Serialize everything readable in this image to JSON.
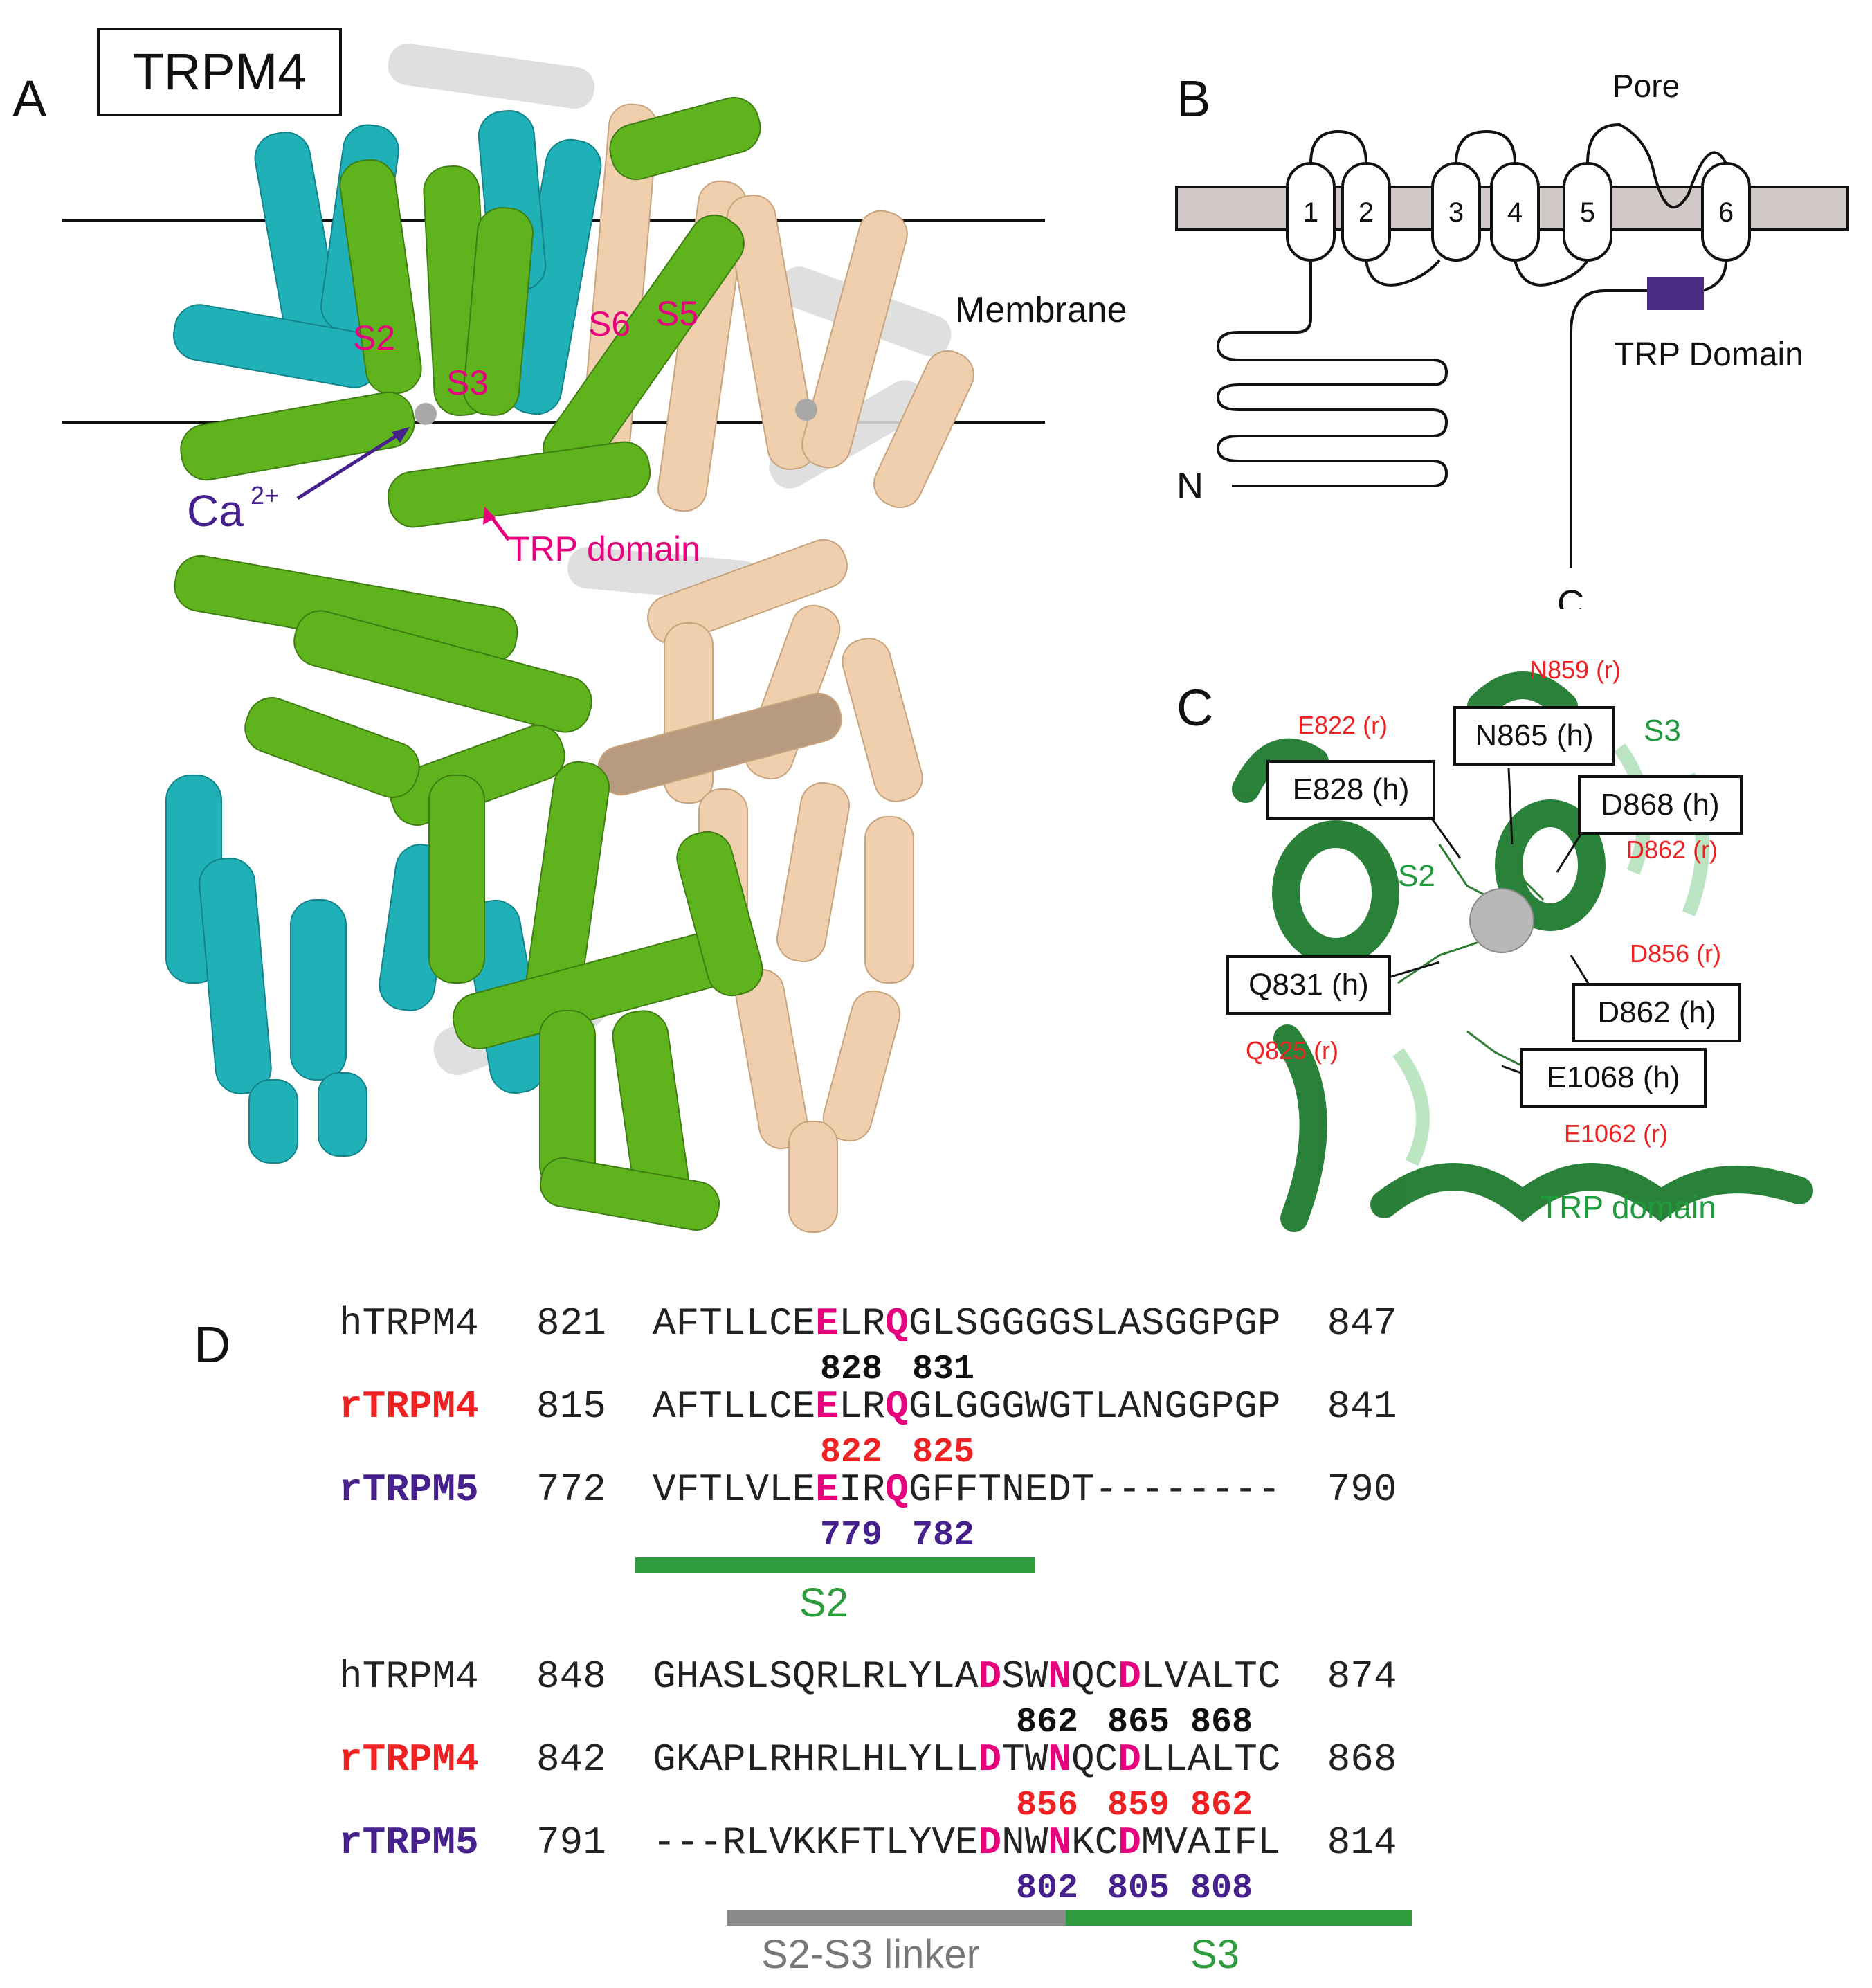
{
  "colors": {
    "green": "#5fb41e",
    "cyan": "#1fb0b8",
    "tan": "#efcfae",
    "white_subunit": "#dcdcdc",
    "magenta": "#e6007e",
    "purple": "#46208c",
    "red": "#ee2222",
    "dark_green": "#1f7a2e",
    "bar_green": "#2e9b3c",
    "bar_gray": "#8a8a8a",
    "trp_domain_box": "#4b2d86",
    "membrane": "#cfc8c6"
  },
  "panel_a": {
    "label": "A",
    "title": "TRPM4",
    "membrane_label": "Membrane",
    "helix_labels": [
      "S2",
      "S3",
      "S6",
      "S5"
    ],
    "ion_label": "Ca",
    "ion_charge": "2+",
    "trp_label": "TRP domain"
  },
  "panel_b": {
    "label": "B",
    "pore_label": "Pore",
    "segments": [
      "1",
      "2",
      "3",
      "4",
      "5",
      "6"
    ],
    "trp_domain_label": "TRP Domain",
    "n_label": "N",
    "c_label": "C"
  },
  "panel_c": {
    "label": "C",
    "structure_labels": {
      "s2": "S2",
      "s3": "S3",
      "trp": "TRP domain"
    },
    "human_residues": [
      "N865 (h)",
      "E828 (h)",
      "D868 (h)",
      "Q831 (h)",
      "D862 (h)",
      "E1068 (h)"
    ],
    "rat_residues": [
      "N859 (r)",
      "E822 (r)",
      "D862 (r)",
      "D856 (r)",
      "Q825 (r)",
      "E1062 (r)"
    ]
  },
  "panel_d": {
    "label": "D",
    "block1": {
      "rows": [
        {
          "name": "hTRPM4",
          "start": "821",
          "pre": "AFTLLCE",
          "r1": "E",
          "mid": "LR",
          "r2": "Q",
          "post": "GLSGGGGSLASGGPGP",
          "end": "847",
          "nums": [
            "828",
            "831"
          ]
        },
        {
          "name": "rTRPM4",
          "start": "815",
          "pre": "AFTLLCE",
          "r1": "E",
          "mid": "LR",
          "r2": "Q",
          "post": "GLGGGWGTLANGGPGP",
          "end": "841",
          "nums": [
            "822",
            "825"
          ]
        },
        {
          "name": "rTRPM5",
          "start": "772",
          "pre": "VFTLVLE",
          "r1": "E",
          "mid": "IR",
          "r2": "Q",
          "post": "GFFTNEDT--------",
          "end": "790",
          "nums": [
            "779",
            "782"
          ]
        }
      ],
      "bar_label": "S2"
    },
    "block2": {
      "rows": [
        {
          "name": "hTRPM4",
          "start": "848",
          "pre": "GHASLSQRLRLYLA",
          "r1": "D",
          "m1": "SW",
          "r2": "N",
          "m2": "QC",
          "r3": "D",
          "post": "LVALTC",
          "end": "874",
          "nums": [
            "862",
            "865",
            "868"
          ]
        },
        {
          "name": "rTRPM4",
          "start": "842",
          "pre": "GKAPLRHRLHLYLL",
          "r1": "D",
          "m1": "TW",
          "r2": "N",
          "m2": "QC",
          "r3": "D",
          "post": "LLALTC",
          "end": "868",
          "nums": [
            "856",
            "859",
            "862"
          ]
        },
        {
          "name": "rTRPM5",
          "start": "791",
          "pre": "---RLVKKFTLYVE",
          "r1": "D",
          "m1": "NW",
          "r2": "N",
          "m2": "KC",
          "r3": "D",
          "post": "MVAIFL",
          "end": "814",
          "nums": [
            "802",
            "805",
            "808"
          ]
        }
      ],
      "bar_label_linker": "S2-S3 linker",
      "bar_label_s3": "S3"
    }
  }
}
